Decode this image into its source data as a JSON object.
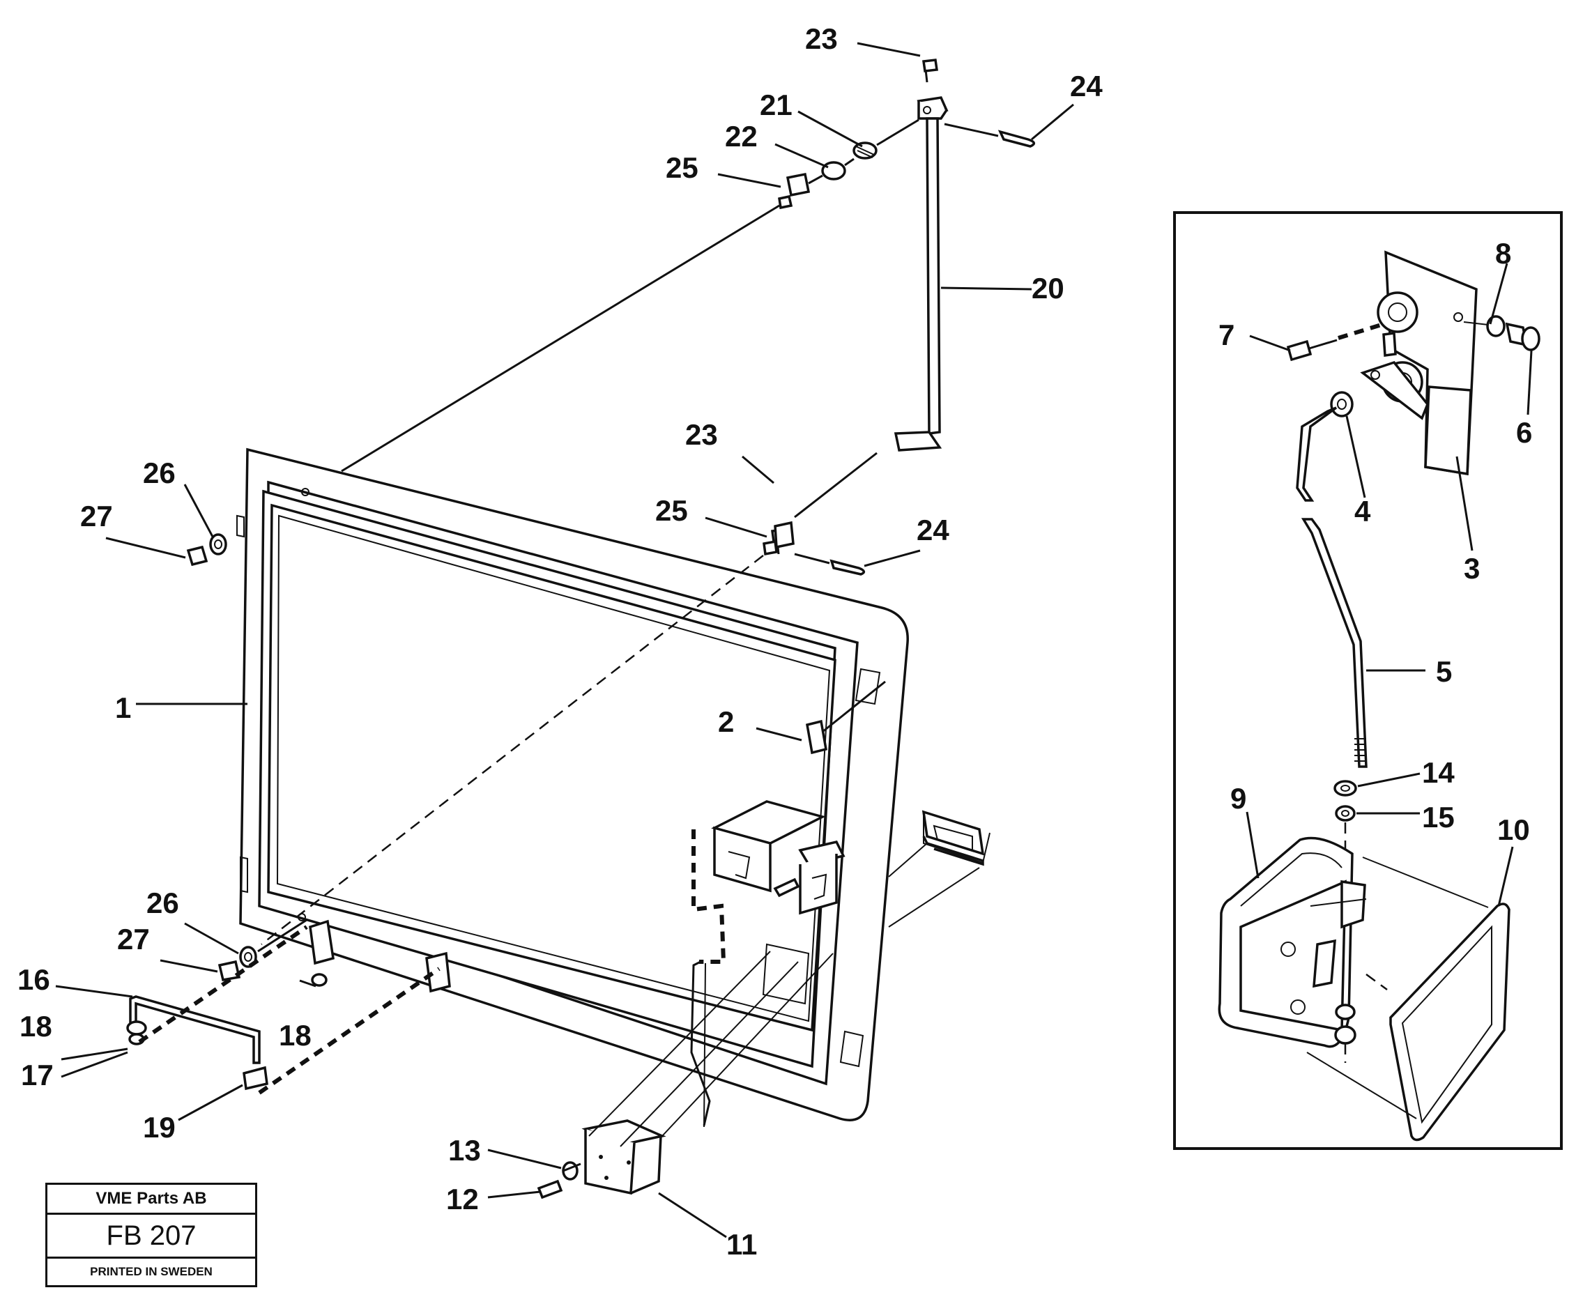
{
  "labels": {
    "p1": "1",
    "p2": "2",
    "p3": "3",
    "p4": "4",
    "p5": "5",
    "p6": "6",
    "p7": "7",
    "p8": "8",
    "p9": "9",
    "p10": "10",
    "p11": "11",
    "p12": "12",
    "p13": "13",
    "p14": "14",
    "p15": "15",
    "p16": "16",
    "p17a": "17",
    "p18a": "18",
    "p18b": "18",
    "p19": "19",
    "p20": "20",
    "p21": "21",
    "p22": "22",
    "p23a": "23",
    "p23b": "23",
    "p24a": "24",
    "p24b": "24",
    "p25a": "25",
    "p25b": "25",
    "p26a": "26",
    "p26b": "26",
    "p27a": "27",
    "p27b": "27"
  },
  "title_block": {
    "company": "VME Parts AB",
    "doc_number": "FB 207",
    "printed": "PRINTED IN SWEDEN"
  }
}
